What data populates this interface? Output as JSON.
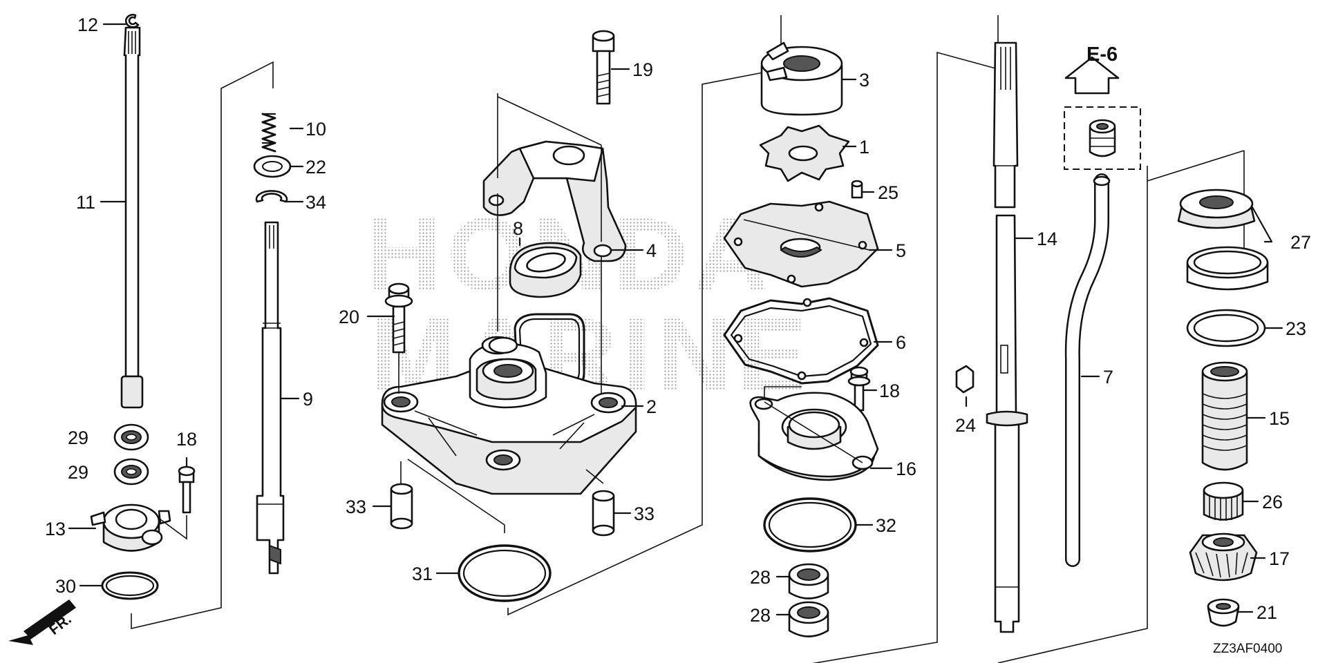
{
  "diagram": {
    "drawing_code": "ZZ3AF0400",
    "reference_label": "E-6",
    "direction_label": "FR.",
    "watermark": [
      "HONDA",
      "MARINE"
    ],
    "callouts": [
      {
        "id": "c12",
        "label": "12"
      },
      {
        "id": "c11",
        "label": "11"
      },
      {
        "id": "c29a",
        "label": "29"
      },
      {
        "id": "c29b",
        "label": "29"
      },
      {
        "id": "c18a",
        "label": "18"
      },
      {
        "id": "c13",
        "label": "13"
      },
      {
        "id": "c30",
        "label": "30"
      },
      {
        "id": "c10",
        "label": "10"
      },
      {
        "id": "c22",
        "label": "22"
      },
      {
        "id": "c34",
        "label": "34"
      },
      {
        "id": "c9",
        "label": "9"
      },
      {
        "id": "c19",
        "label": "19"
      },
      {
        "id": "c8",
        "label": "8"
      },
      {
        "id": "c4",
        "label": "4"
      },
      {
        "id": "c20",
        "label": "20"
      },
      {
        "id": "c2",
        "label": "2"
      },
      {
        "id": "c33a",
        "label": "33"
      },
      {
        "id": "c33b",
        "label": "33"
      },
      {
        "id": "c31",
        "label": "31"
      },
      {
        "id": "c3",
        "label": "3"
      },
      {
        "id": "c1",
        "label": "1"
      },
      {
        "id": "c25",
        "label": "25"
      },
      {
        "id": "c5",
        "label": "5"
      },
      {
        "id": "c6",
        "label": "6"
      },
      {
        "id": "c18b",
        "label": "18"
      },
      {
        "id": "c16",
        "label": "16"
      },
      {
        "id": "c32",
        "label": "32"
      },
      {
        "id": "c28a",
        "label": "28"
      },
      {
        "id": "c28b",
        "label": "28"
      },
      {
        "id": "c14",
        "label": "14"
      },
      {
        "id": "c24",
        "label": "24"
      },
      {
        "id": "c7",
        "label": "7"
      },
      {
        "id": "c27",
        "label": "27"
      },
      {
        "id": "c23",
        "label": "23"
      },
      {
        "id": "c15",
        "label": "15"
      },
      {
        "id": "c26",
        "label": "26"
      },
      {
        "id": "c17",
        "label": "17"
      },
      {
        "id": "c21",
        "label": "21"
      }
    ]
  }
}
